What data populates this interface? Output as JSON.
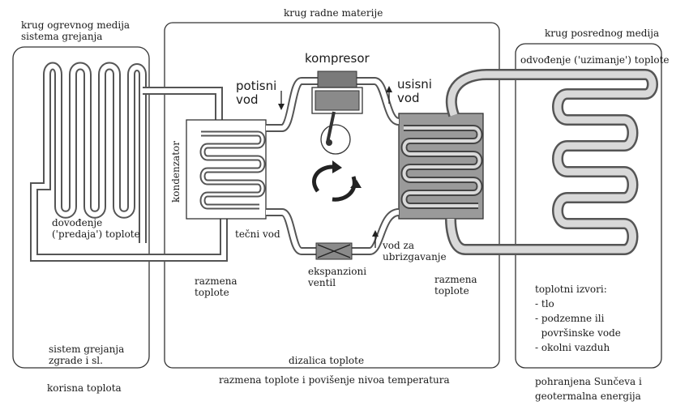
{
  "sections": {
    "left_title": [
      "krug ogrevnog medija",
      "sistema grejanja"
    ],
    "center_title": "krug radne materije",
    "right_title": "krug posrednog medija"
  },
  "labels": {
    "kompresor": "kompresor",
    "potisni_vod": [
      "potisni",
      "vod"
    ],
    "usisni_vod": [
      "usisni",
      "vod"
    ],
    "kondenzator": "kondenzator",
    "tecni_vod": "tečni vod",
    "ekspanzioni_ventil": [
      "ekspanzioni",
      "ventil"
    ],
    "vod_za_ubrizgavanje": [
      "vod za",
      "ubrizgavanje"
    ],
    "razmena_toplote_left": [
      "razmena",
      "toplote"
    ],
    "razmena_toplote_right": [
      "razmena",
      "toplote"
    ],
    "dovodjenje": [
      "dovođenje",
      "('predaja') toplote"
    ],
    "odvodjenje": "odvođenje ('uzimanje') toplote",
    "toplotni_izvori": [
      "toplotni izvori:",
      "- tlo",
      "- podzemne ili",
      "  površinske vode",
      "- okolni vazduh"
    ],
    "sistem_grejanja": [
      "sistem grejanja",
      "zgrade i sl."
    ],
    "dizalica_toplote": "dizalica toplote"
  },
  "footer": {
    "left": "korisna toplota",
    "center": "razmena toplote i povišenje nivoa temperatura",
    "right": [
      "pohranjena Sunčeva i",
      "geotermalna energija"
    ]
  }
}
